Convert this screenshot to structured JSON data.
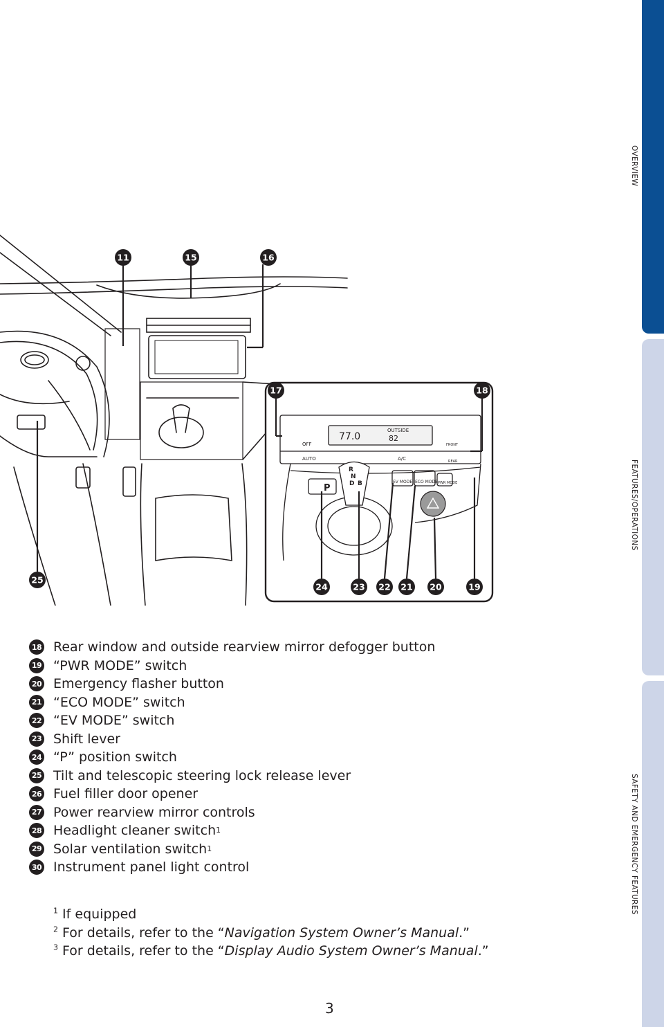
{
  "side_tabs": {
    "overview": "OVERVIEW",
    "features": "FEATURES/OPERATIONS",
    "safety": "SAFETY AND EMERGENCY FEATURES"
  },
  "illustration": {
    "callouts": [
      "11",
      "15",
      "16",
      "17",
      "18",
      "24",
      "23",
      "22",
      "21",
      "20",
      "19",
      "25"
    ],
    "panel_text": {
      "outside": "OUTSIDE",
      "temp_left": "77.0",
      "temp_outside": "82",
      "off": "OFF",
      "auto": "AUTO",
      "ac": "A/C",
      "front": "FRONT",
      "rear": "REAR",
      "ev_mode": "EV MODE",
      "eco_mode": "ECO MODE",
      "pwr_mode": "PWR MODE",
      "park": "P",
      "gear_r": "R",
      "gear_n": "N",
      "gear_d": "D",
      "gear_b": "B"
    }
  },
  "legend": [
    {
      "num": "18",
      "text": "Rear window and outside rearview mirror defogger button"
    },
    {
      "num": "19",
      "text": "“PWR MODE” switch"
    },
    {
      "num": "20",
      "text": "Emergency flasher button"
    },
    {
      "num": "21",
      "text": "“ECO MODE” switch"
    },
    {
      "num": "22",
      "text": "“EV MODE” switch"
    },
    {
      "num": "23",
      "text": "Shift lever"
    },
    {
      "num": "24",
      "text": "“P” position switch"
    },
    {
      "num": "25",
      "text": "Tilt and telescopic steering lock release lever"
    },
    {
      "num": "26",
      "text": "Fuel filler door opener"
    },
    {
      "num": "27",
      "text": "Power rearview mirror controls"
    },
    {
      "num": "28",
      "text": "Headlight cleaner switch",
      "sup": "1"
    },
    {
      "num": "29",
      "text": "Solar ventilation switch",
      "sup": "1"
    },
    {
      "num": "30",
      "text": "Instrument panel light control"
    }
  ],
  "footnotes": {
    "fn1_sup": "1",
    "fn1_text": "If equipped",
    "fn2_sup": "2",
    "fn2_pre": "For details, refer to the “",
    "fn2_title": "Navigation System Owner’s Manual",
    "fn2_post": ".”",
    "fn3_sup": "3",
    "fn3_pre": "For details, refer to the “",
    "fn3_title": "Display Audio System Owner’s Manual",
    "fn3_post": ".”"
  },
  "page_number": "3"
}
